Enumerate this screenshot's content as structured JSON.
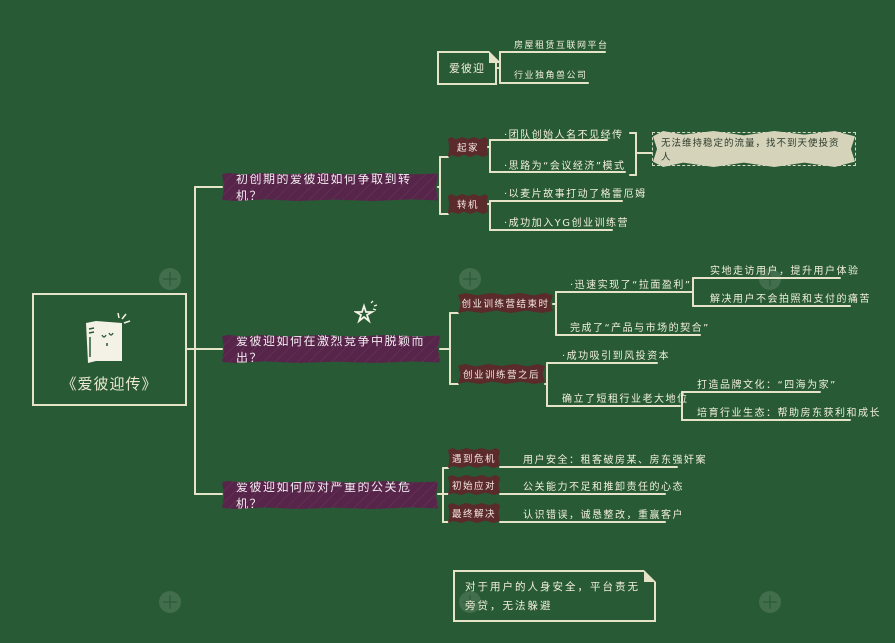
{
  "root": {
    "title": "《爱彼迎传》",
    "icon": "book-icon"
  },
  "brand": {
    "label": "爱彼迎",
    "items": [
      "房屋租赁互联网平台",
      "行业独角兽公司"
    ]
  },
  "branches": [
    {
      "title": "初创期的爱彼迎如何争取到转机？",
      "groups": [
        {
          "tag": "起家",
          "items": [
            "·团队创始人名不见经传",
            "·思路为“会议经济”模式"
          ],
          "callout": "无法维持稳定的流量，找不到天使投资人"
        },
        {
          "tag": "转机",
          "items": [
            "·以麦片故事打动了格雷厄姆",
            "·成功加入YG创业训练营"
          ]
        }
      ]
    },
    {
      "title": "爱彼迎如何在激烈竞争中脱颖而出？",
      "groups": [
        {
          "tag": "创业训练营结束时",
          "items": [
            {
              "text": "·迅速实现了“拉面盈利”",
              "children": [
                "实地走访用户，提升用户体验",
                "解决用户不会拍照和支付的痛苦"
              ]
            },
            {
              "text": "完成了“产品与市场的契合”"
            }
          ]
        },
        {
          "tag": "创业训练营之后",
          "items": [
            {
              "text": "·成功吸引到风投资本"
            },
            {
              "text": "确立了短租行业老大地位",
              "children": [
                "打造品牌文化：“四海为家”",
                "培育行业生态：帮助房东获利和成长"
              ]
            }
          ]
        }
      ]
    },
    {
      "title": "爱彼迎如何应对严重的公关危机？",
      "groups": [
        {
          "tag": "遇到危机",
          "item": "用户安全：租客破房某、房东强奸案"
        },
        {
          "tag": "初始应对",
          "item": "公关能力不足和推卸责任的心态"
        },
        {
          "tag": "最终解决",
          "item": "认识错误，诚恳整改，重赢客户"
        }
      ]
    }
  ],
  "note": "对于用户的人身安全，平台责无旁贷，无法躲避",
  "decorations": {
    "sticker": "star-icon",
    "watermark": "plus-circle-icon"
  },
  "colors": {
    "background": "#285a35",
    "topic": "#57244a",
    "tag": "#5b2a2a",
    "line": "#e5e3c8"
  }
}
